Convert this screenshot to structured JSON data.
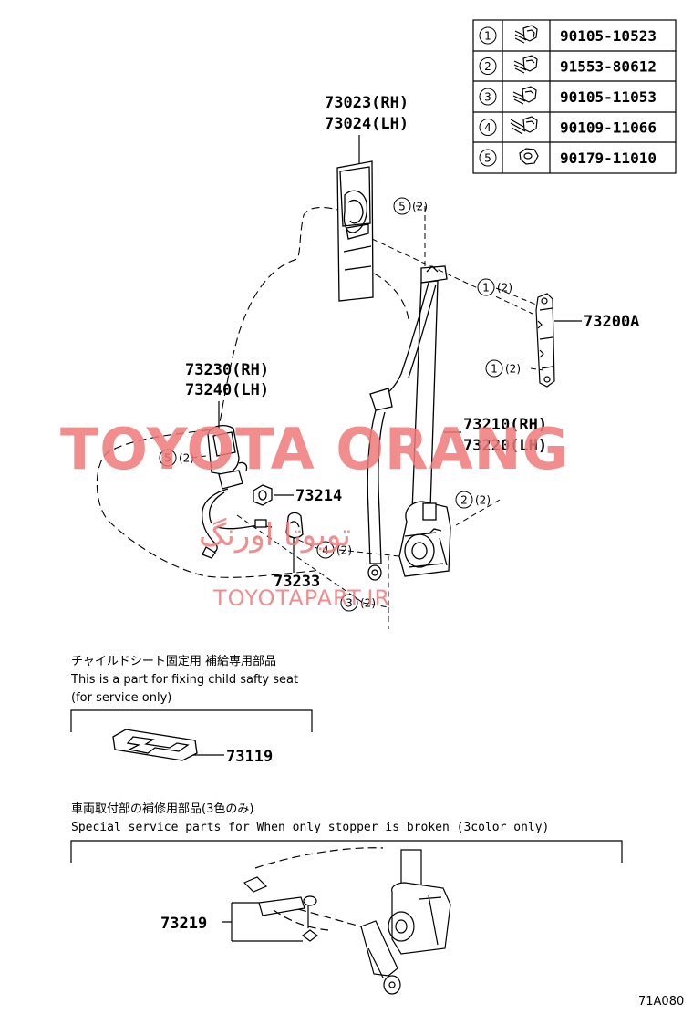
{
  "fastener_table": [
    {
      "num": "1",
      "part": "90105-10523"
    },
    {
      "num": "2",
      "part": "91553-80612"
    },
    {
      "num": "3",
      "part": "90105-11053"
    },
    {
      "num": "4",
      "part": "90109-11066"
    },
    {
      "num": "5",
      "part": "90179-11010"
    }
  ],
  "labels": {
    "p73023": "73023(RH)",
    "p73024": "73024(LH)",
    "p73230": "73230(RH)",
    "p73240": "73240(LH)",
    "p73210": "73210(RH)",
    "p73220": "73220(LH)",
    "p73200a": "73200A",
    "p73214": "73214",
    "p73233": "73233",
    "p73119": "73119",
    "p73219": "73219"
  },
  "callouts": {
    "c5_top": {
      "num": "5",
      "qty": "(2)"
    },
    "c1_top": {
      "num": "1",
      "qty": "(2)"
    },
    "c1_bot": {
      "num": "1",
      "qty": "(2)"
    },
    "c5_left": {
      "num": "5",
      "qty": "(2)"
    },
    "c2_right": {
      "num": "2",
      "qty": "(2)"
    },
    "c4": {
      "num": "4",
      "qty": "(2)"
    },
    "c3": {
      "num": "3",
      "qty": "(2)"
    }
  },
  "notes": {
    "child_jp": "チャイルドシート固定用 補給専用部品",
    "child_en1": "This is a part for fixing child safty seat",
    "child_en2": "(for service only)",
    "special_jp": "車両取付部の補修用部品(3色のみ)",
    "special_en": "Special  service  parts  for  When  only  stopper  is  broken  (3color  only)"
  },
  "watermark": {
    "main": "TOYOTA ORANG",
    "site": "TOYOTAPART.IR",
    "arabic": "تویوتا اورنگ"
  },
  "figure_code": "71A080",
  "colors": {
    "ink": "#000000",
    "watermark": "#f07a7a"
  }
}
